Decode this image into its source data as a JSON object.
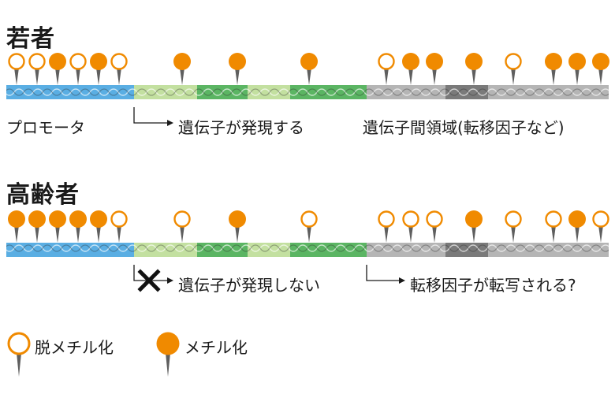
{
  "young": {
    "title": "若者",
    "promoter_label": "プロモータ",
    "gene_label": "遺伝子が発現する",
    "intergenic_label": "遺伝子間領域(転移因子など)",
    "promoter_pins": [
      "open",
      "open",
      "filled",
      "open",
      "filled",
      "open"
    ],
    "gene_pins": [
      "filled",
      "filled",
      "filled"
    ],
    "intergenic_pins": [
      "open",
      "filled",
      "filled",
      "filled",
      "open",
      "filled",
      "filled",
      "filled"
    ]
  },
  "old": {
    "title": "高齢者",
    "gene_label": "遺伝子が発現しない",
    "transposon_label": "転移因子が転写される?",
    "promoter_pins": [
      "filled",
      "filled",
      "filled",
      "filled",
      "filled",
      "open"
    ],
    "gene_pins": [
      "open",
      "filled",
      "open"
    ],
    "intergenic_pins": [
      "open",
      "open",
      "open",
      "filled",
      "open",
      "open",
      "filled",
      "open"
    ]
  },
  "legend": {
    "demethylated": "脱メチル化",
    "methylated": "メチル化"
  },
  "colors": {
    "orange": "#f08a00",
    "promoter": "#5aaee3",
    "gene_light": "#c3e0a0",
    "gene_dark": "#5bb563",
    "intergenic": "#b5b5b5",
    "intergenic_dark": "#7a7a7a",
    "pin_stem": "#5f5f5f"
  }
}
